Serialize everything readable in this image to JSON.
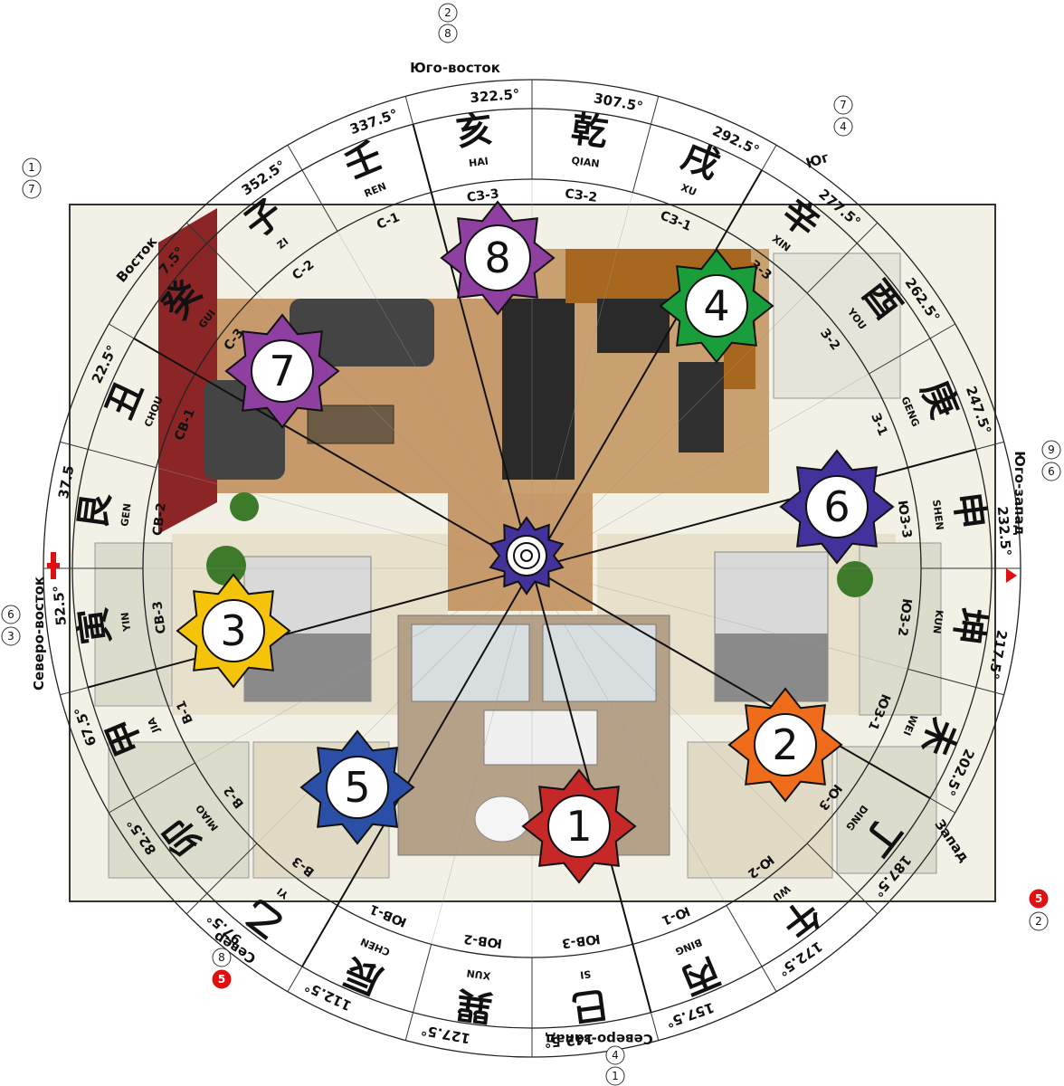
{
  "colors": {
    "star_1": "#c62828",
    "star_2": "#ef6c1a",
    "star_3": "#f5c40a",
    "star_4": "#1a9e3c",
    "star_5": "#2b4fa6",
    "star_6": "#43319c",
    "star_7": "#8e3fa0",
    "star_8": "#8e3fa0",
    "center": "#43319c",
    "wall_red": "#8c2626",
    "wood_floor": "#c69a6b",
    "wall_cream": "#e8e2cf",
    "tile_floor": "#b5a088",
    "marker_red": "#e01010"
  },
  "mountains": [
    {
      "hanzi": "辰",
      "pinyin": "CHEN",
      "sub": "ЮВ-1"
    },
    {
      "hanzi": "巽",
      "pinyin": "XUN",
      "sub": "ЮВ-2"
    },
    {
      "hanzi": "巳",
      "pinyin": "SI",
      "sub": "ЮВ-3"
    },
    {
      "hanzi": "丙",
      "pinyin": "BING",
      "sub": "Ю-1"
    },
    {
      "hanzi": "午",
      "pinyin": "WU",
      "sub": "Ю-2"
    },
    {
      "hanzi": "丁",
      "pinyin": "DING",
      "sub": "Ю-3"
    },
    {
      "hanzi": "未",
      "pinyin": "WEI",
      "sub": "ЮЗ-1"
    },
    {
      "hanzi": "坤",
      "pinyin": "KUN",
      "sub": "ЮЗ-2"
    },
    {
      "hanzi": "申",
      "pinyin": "SHEN",
      "sub": "ЮЗ-3"
    },
    {
      "hanzi": "庚",
      "pinyin": "GENG",
      "sub": "З-1"
    },
    {
      "hanzi": "酉",
      "pinyin": "YOU",
      "sub": "З-2"
    },
    {
      "hanzi": "辛",
      "pinyin": "XIN",
      "sub": "З-3"
    },
    {
      "hanzi": "戌",
      "pinyin": "XU",
      "sub": "СЗ-1"
    },
    {
      "hanzi": "乾",
      "pinyin": "QIAN",
      "sub": "СЗ-2"
    },
    {
      "hanzi": "亥",
      "pinyin": "HAI",
      "sub": "СЗ-3"
    },
    {
      "hanzi": "壬",
      "pinyin": "REN",
      "sub": "С-1"
    },
    {
      "hanzi": "子",
      "pinyin": "ZI",
      "sub": "С-2"
    },
    {
      "hanzi": "癸",
      "pinyin": "GUI",
      "sub": "С-3"
    },
    {
      "hanzi": "丑",
      "pinyin": "CHOU",
      "sub": "СВ-1"
    },
    {
      "hanzi": "艮",
      "pinyin": "GEN",
      "sub": "СВ-2"
    },
    {
      "hanzi": "寅",
      "pinyin": "YIN",
      "sub": "СВ-3"
    },
    {
      "hanzi": "甲",
      "pinyin": "JIA",
      "sub": "В-1"
    },
    {
      "hanzi": "卯",
      "pinyin": "MIAO",
      "sub": "В-2"
    },
    {
      "hanzi": "乙",
      "pinyin": "YI",
      "sub": "В-3"
    }
  ],
  "degrees": [
    "112.5°",
    "127.5°",
    "142.5°",
    "157.5°",
    "172.5°",
    "187.5°",
    "202.5°",
    "217.5°",
    "232.5°",
    "247.5°",
    "262.5°",
    "277.5°",
    "292.5°",
    "307.5°",
    "322.5°",
    "337.5°",
    "352.5°",
    "7.5°",
    "22.5°",
    "37.5",
    "52.5°",
    "67.5°",
    "82.5°",
    "97.5°"
  ],
  "directions": {
    "se": "Юго-восток",
    "s": "Юг",
    "sw": "Юго-запад",
    "w": "Запад",
    "nw": "Северо-запад",
    "n": "Север",
    "ne": "Северо-восток",
    "e": "Восток"
  },
  "star_numbers": {
    "s1": "1",
    "s2": "2",
    "s3": "3",
    "s4": "4",
    "s5": "5",
    "s6": "6",
    "s7": "7",
    "s8": "8"
  },
  "palace_numbers": {
    "se_top": "2",
    "se_bottom": "8",
    "s_top": "7",
    "s_bottom": "4",
    "e_top": "1",
    "e_bottom": "7",
    "sw_top": "9",
    "sw_bottom": "6",
    "ne_top": "6",
    "ne_bottom": "3",
    "w_top": "5",
    "w_bottom": "2",
    "n_top": "8",
    "n_bottom": "5",
    "nw_top": "4",
    "nw_bottom": "1"
  }
}
